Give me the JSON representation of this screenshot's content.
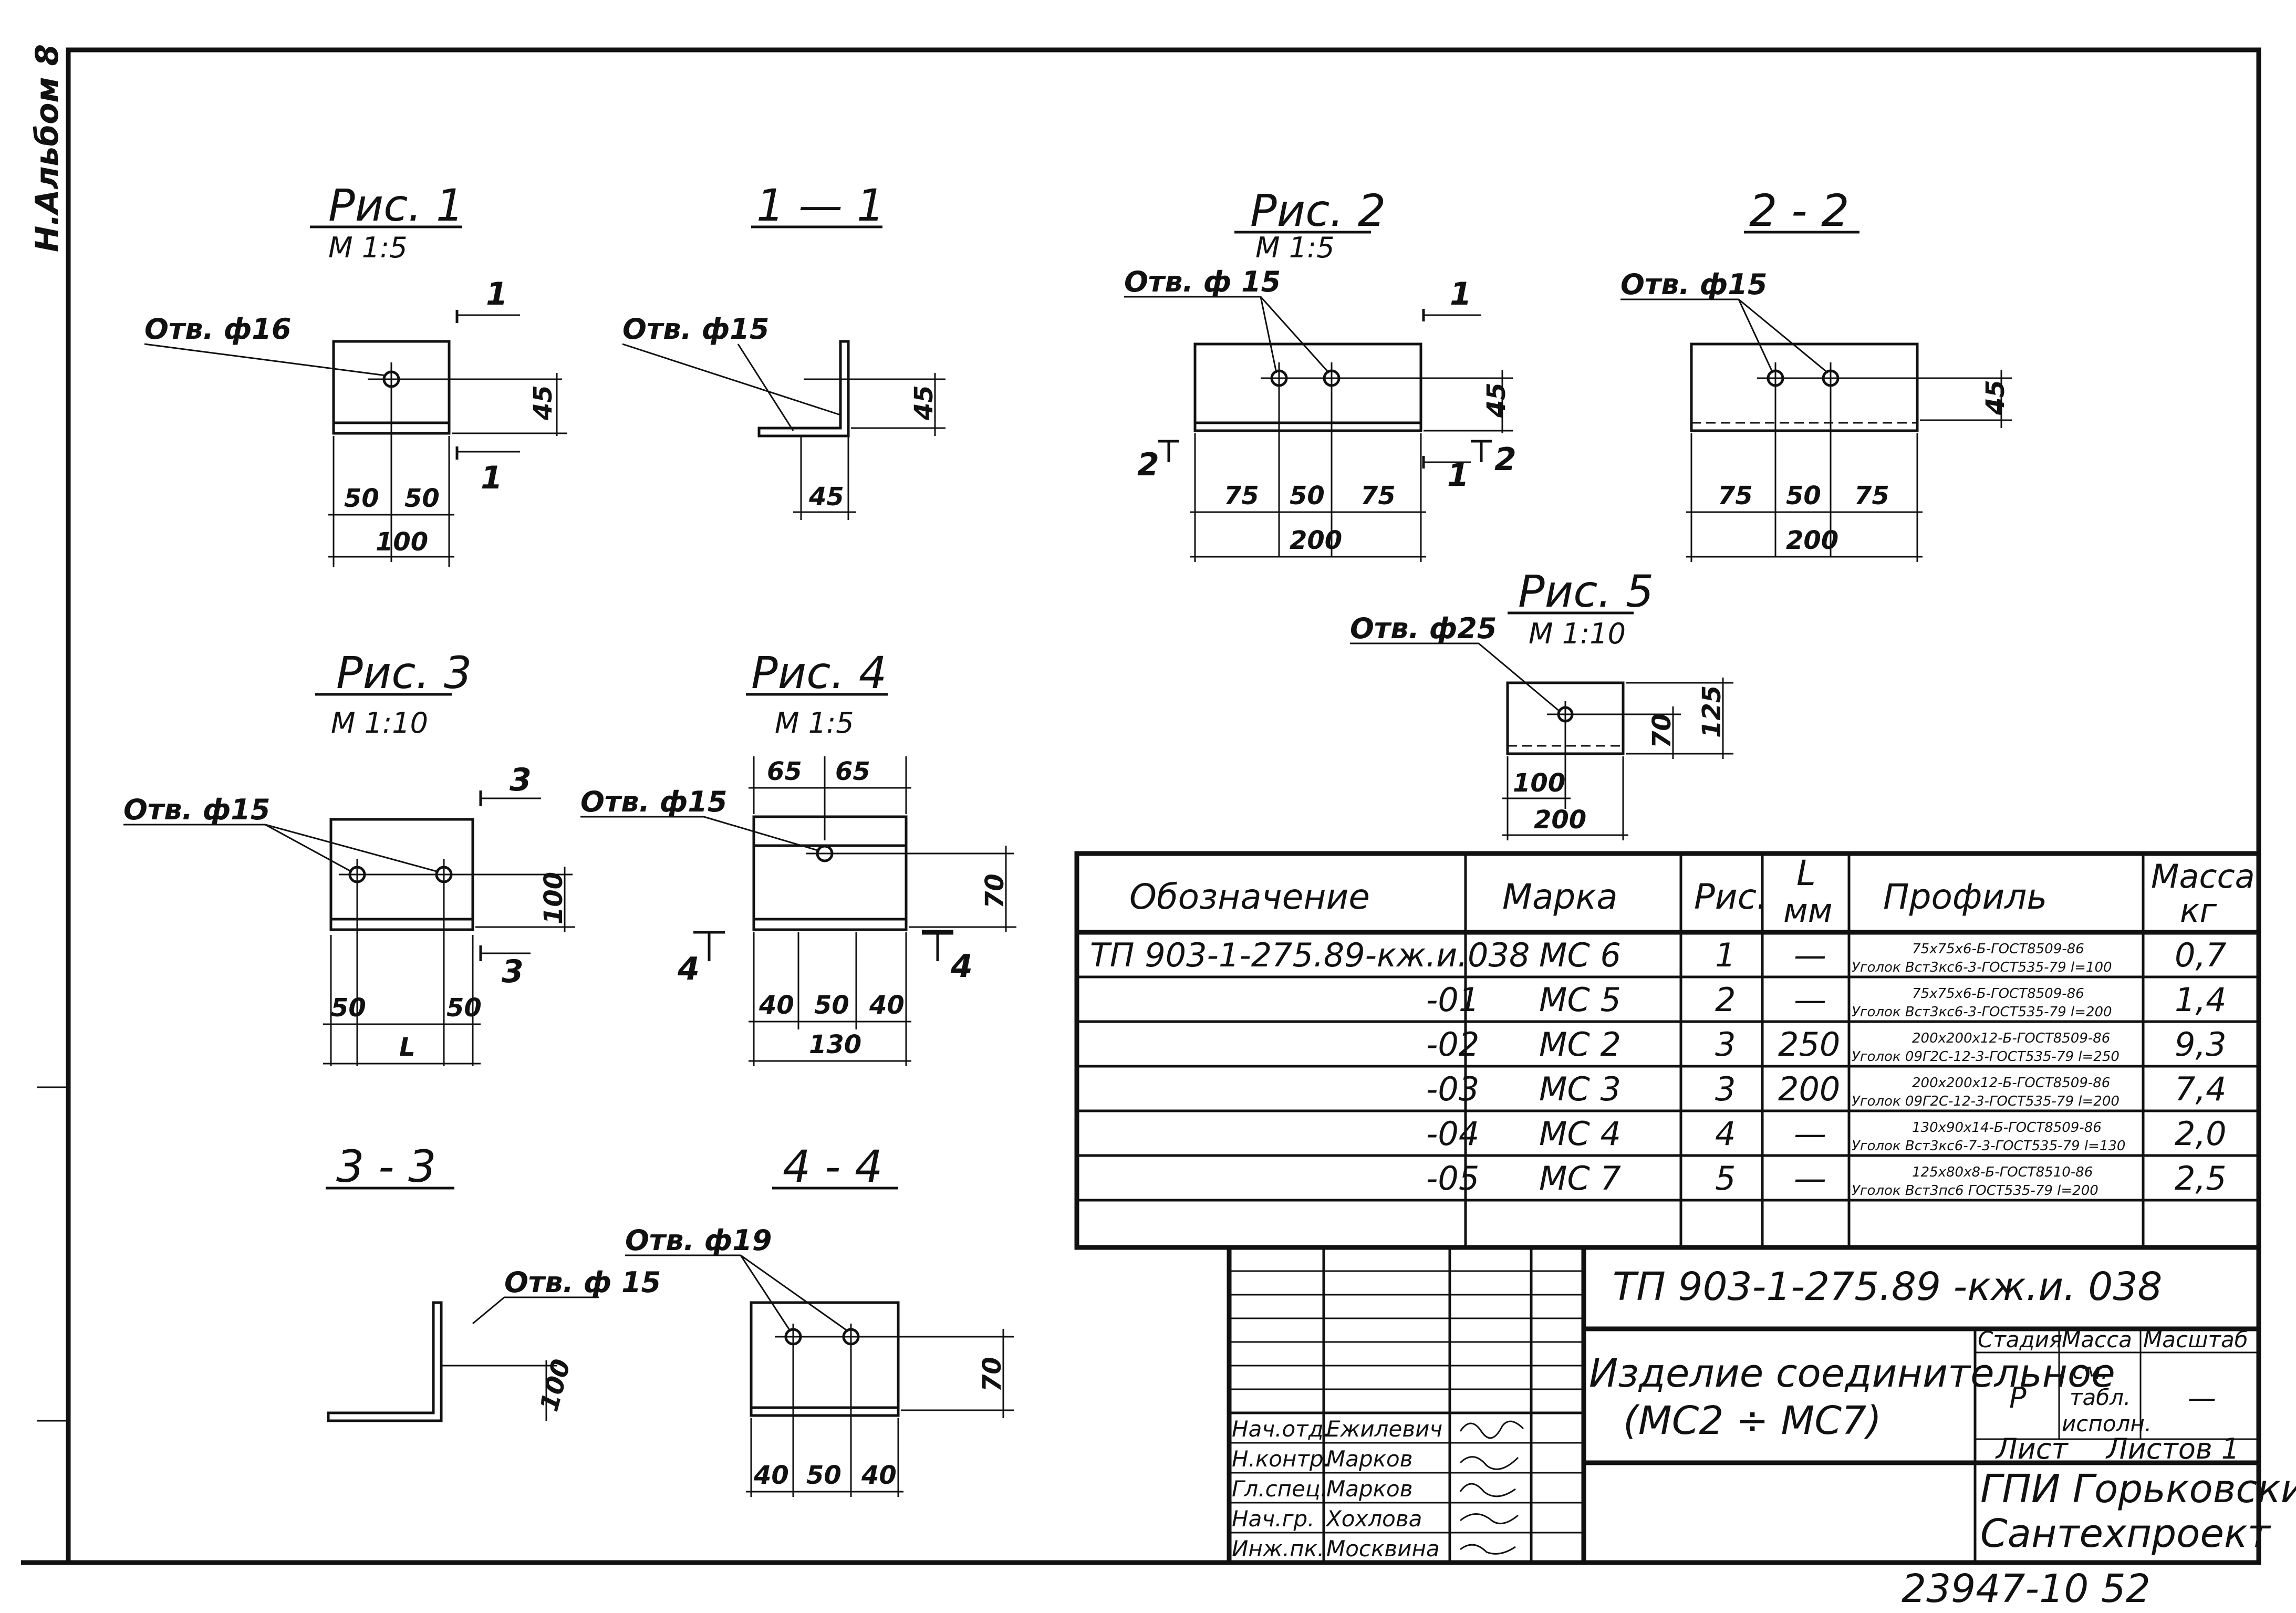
{
  "sheet_side_label": "Н.Альбом 8",
  "sheet_number_mark": "23947-10  52",
  "figures": {
    "fig1": {
      "title": "Рис. 1",
      "scale": "М 1:5",
      "hole": "Отв. ф16",
      "dims": [
        "45",
        "50",
        "50",
        "100"
      ],
      "sec": [
        "1",
        "1"
      ]
    },
    "sec11": {
      "title": "1 — 1",
      "hole": "Отв. ф15",
      "dims": [
        "45",
        "45"
      ]
    },
    "fig2": {
      "title": "Рис. 2",
      "scale": "М 1:5",
      "hole": "Отв. ф 15",
      "dims": [
        "45",
        "75",
        "50",
        "75",
        "200"
      ],
      "sec": [
        "1",
        "1",
        "2",
        "2"
      ]
    },
    "sec22": {
      "title": "2 - 2",
      "hole": "Отв. ф15",
      "dims": [
        "45",
        "75",
        "50",
        "75",
        "200"
      ]
    },
    "fig5": {
      "title": "Рис. 5",
      "scale": "М 1:10",
      "hole": "Отв. ф25",
      "dims": [
        "70",
        "125",
        "100",
        "200"
      ]
    },
    "fig3": {
      "title": "Рис. 3",
      "scale": "М 1:10",
      "hole": "Отв. ф15",
      "dims": [
        "100",
        "50",
        "50",
        "L"
      ],
      "sec": [
        "3",
        "3"
      ]
    },
    "fig4": {
      "title": "Рис. 4",
      "scale": "М 1:5",
      "hole": "Отв. ф15",
      "dims": [
        "65",
        "65",
        "70",
        "40",
        "50",
        "40",
        "130"
      ],
      "sec": [
        "4",
        "4"
      ]
    },
    "sec33": {
      "title": "3 - 3",
      "hole": "Отв. ф 15",
      "dims": [
        "100"
      ]
    },
    "sec44": {
      "title": "4 - 4",
      "hole": "Отв. ф19",
      "dims": [
        "70",
        "40",
        "50",
        "40"
      ]
    }
  },
  "spec_table": {
    "headers": {
      "designation": "Обозначение",
      "mark": "Марка",
      "fig": "Рис.",
      "length": "L",
      "length_unit": "мм",
      "profile": "Профиль",
      "mass": "Масса",
      "mass_unit": "кг"
    },
    "rows": [
      {
        "designation": "ТП 903-1-275.89-кж.и.038",
        "mark": "МС 6",
        "fig": "1",
        "length": "—",
        "profile_top": "75х75х6-Б-ГОСТ8509-86",
        "profile_bottom": "Уголок Вст3кс6-3-ГОСТ535-79 l=100",
        "mass": "0,7"
      },
      {
        "designation": "-01",
        "mark": "МС 5",
        "fig": "2",
        "length": "—",
        "profile_top": "75х75х6-Б-ГОСТ8509-86",
        "profile_bottom": "Уголок Вст3кс6-3-ГОСТ535-79 l=200",
        "mass": "1,4"
      },
      {
        "designation": "-02",
        "mark": "МС 2",
        "fig": "3",
        "length": "250",
        "profile_top": "200х200х12-Б-ГОСТ8509-86",
        "profile_bottom": "Уголок 09Г2С-12-3-ГОСТ535-79 l=250",
        "mass": "9,3"
      },
      {
        "designation": "-03",
        "mark": "МС 3",
        "fig": "3",
        "length": "200",
        "profile_top": "200х200х12-Б-ГОСТ8509-86",
        "profile_bottom": "Уголок 09Г2С-12-3-ГОСТ535-79 l=200",
        "mass": "7,4"
      },
      {
        "designation": "-04",
        "mark": "МС 4",
        "fig": "4",
        "length": "—",
        "profile_top": "130х90х14-Б-ГОСТ8509-86",
        "profile_bottom": "Уголок Вст3кс6-7-3-ГОСТ535-79 l=130",
        "mass": "2,0"
      },
      {
        "designation": "-05",
        "mark": "МС 7",
        "fig": "5",
        "length": "—",
        "profile_top": "125х80х8-Б-ГОСТ8510-86",
        "profile_bottom": "Уголок Вст3пс6 ГОСТ535-79 l=200",
        "mass": "2,5"
      },
      {
        "designation": "",
        "mark": "",
        "fig": "",
        "length": "",
        "profile_top": "",
        "profile_bottom": "",
        "mass": ""
      }
    ]
  },
  "title_block": {
    "doc_code": "ТП 903-1-275.89 -кж.и. 038",
    "name_line1": "Изделие соединительное",
    "name_line2": "(МС2 ÷ МС7)",
    "stage_label": "Стадия",
    "mass_label": "Масса",
    "scale_label": "Масштаб",
    "stage": "Р",
    "mass_value_1": "см.",
    "mass_value_2": "табл.",
    "mass_value_3": "исполн.",
    "scale_value": "—",
    "sheet_label": "Лист",
    "sheets_label": "Листов 1",
    "org_line1": "ГПИ Горьковский",
    "org_line2": "Сантехпроект",
    "signatures": [
      {
        "role": "Нач.отд.",
        "name": "Ежилевич"
      },
      {
        "role": "Н.контр.",
        "name": "Марков"
      },
      {
        "role": "Гл.спец.",
        "name": "Марков"
      },
      {
        "role": "Нач.гр.",
        "name": "Хохлова"
      },
      {
        "role": "Инж.пк.",
        "name": "Москвина"
      }
    ]
  }
}
